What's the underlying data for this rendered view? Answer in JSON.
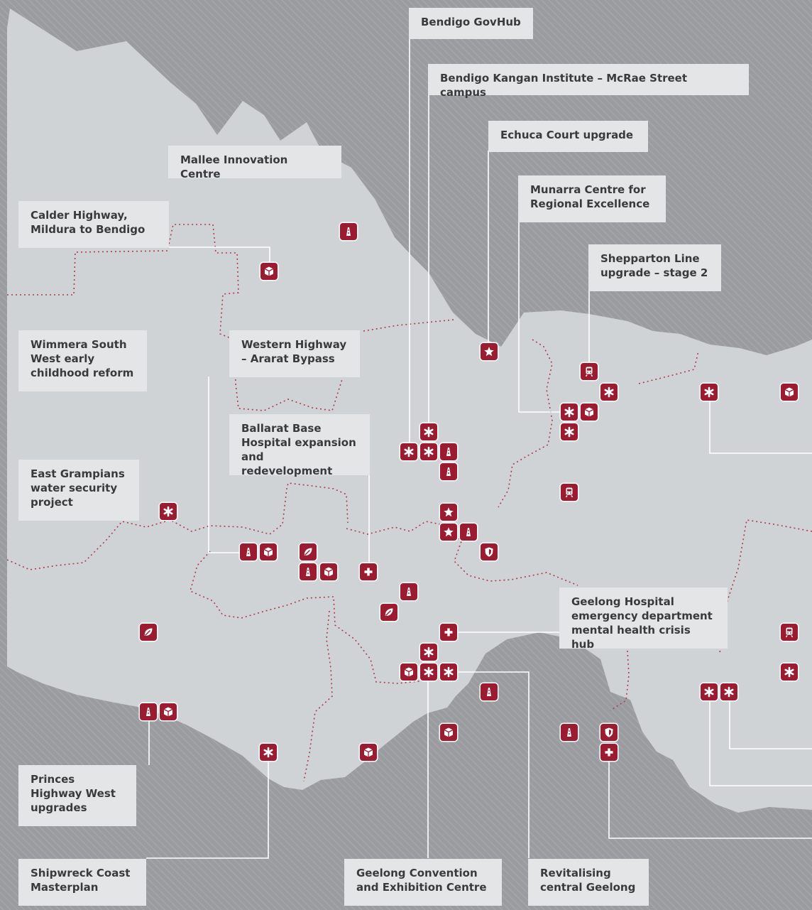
{
  "colors": {
    "land": "#d0d3d6",
    "water": "#9a9ca0",
    "marker": "#9b1b30",
    "label_bg": "#e4e5e6",
    "label_text": "#3a3a3c",
    "leader_line": "#ffffff",
    "boundary": "#b03a48"
  },
  "labels": [
    {
      "id": "bendigo-govhub",
      "text": "Bendigo GovHub"
    },
    {
      "id": "bendigo-kangan",
      "text": "Bendigo Kangan Institute – McRae Street campus"
    },
    {
      "id": "echuca-court",
      "text": "Echuca Court upgrade"
    },
    {
      "id": "munarra",
      "text": "Munarra Centre for\nRegional Excellence"
    },
    {
      "id": "mallee",
      "text": "Mallee Innovation Centre"
    },
    {
      "id": "calder",
      "text": "Calder Highway,\nMildura to Bendigo"
    },
    {
      "id": "shepparton",
      "text": "Shepparton Line\nupgrade – stage 2"
    },
    {
      "id": "wimmera",
      "text": "Wimmera South\nWest early\nchildhood reform"
    },
    {
      "id": "western-hwy",
      "text": "Western Highway\n– Ararat Bypass"
    },
    {
      "id": "ballarat",
      "text": "Ballarat Base\nHospital expansion\nand redevelopment"
    },
    {
      "id": "grampians",
      "text": "East Grampians\nwater security\nproject"
    },
    {
      "id": "geelong-hospital",
      "text": "Geelong Hospital\nemergency department\nmental health crisis hub"
    },
    {
      "id": "princes",
      "text": "Princes\nHighway West\nupgrades"
    },
    {
      "id": "shipwreck",
      "text": "Shipwreck Coast\nMasterplan"
    },
    {
      "id": "geelong-convention",
      "text": "Geelong Convention\nand Exhibition Centre"
    },
    {
      "id": "revitalising",
      "text": "Revitalising\ncentral Geelong"
    }
  ],
  "markers": [
    {
      "icon": "road"
    },
    {
      "icon": "package"
    },
    {
      "icon": "star"
    },
    {
      "icon": "train"
    },
    {
      "icon": "asterisk"
    },
    {
      "icon": "asterisk"
    },
    {
      "icon": "package"
    },
    {
      "icon": "asterisk"
    },
    {
      "icon": "asterisk"
    },
    {
      "icon": "package"
    },
    {
      "icon": "asterisk"
    },
    {
      "icon": "asterisk"
    },
    {
      "icon": "asterisk"
    },
    {
      "icon": "road"
    },
    {
      "icon": "road"
    },
    {
      "icon": "train"
    },
    {
      "icon": "asterisk"
    },
    {
      "icon": "star"
    },
    {
      "icon": "star"
    },
    {
      "icon": "road"
    },
    {
      "icon": "shield"
    },
    {
      "icon": "road"
    },
    {
      "icon": "package"
    },
    {
      "icon": "leaf"
    },
    {
      "icon": "road"
    },
    {
      "icon": "package"
    },
    {
      "icon": "plus"
    },
    {
      "icon": "road"
    },
    {
      "icon": "leaf"
    },
    {
      "icon": "leaf"
    },
    {
      "icon": "plus"
    },
    {
      "icon": "train"
    },
    {
      "icon": "asterisk"
    },
    {
      "icon": "package"
    },
    {
      "icon": "asterisk"
    },
    {
      "icon": "asterisk"
    },
    {
      "icon": "asterisk"
    },
    {
      "icon": "road"
    },
    {
      "icon": "asterisk"
    },
    {
      "icon": "asterisk"
    },
    {
      "icon": "road"
    },
    {
      "icon": "package"
    },
    {
      "icon": "package"
    },
    {
      "icon": "road"
    },
    {
      "icon": "shield"
    },
    {
      "icon": "plus"
    },
    {
      "icon": "asterisk"
    },
    {
      "icon": "package"
    }
  ]
}
